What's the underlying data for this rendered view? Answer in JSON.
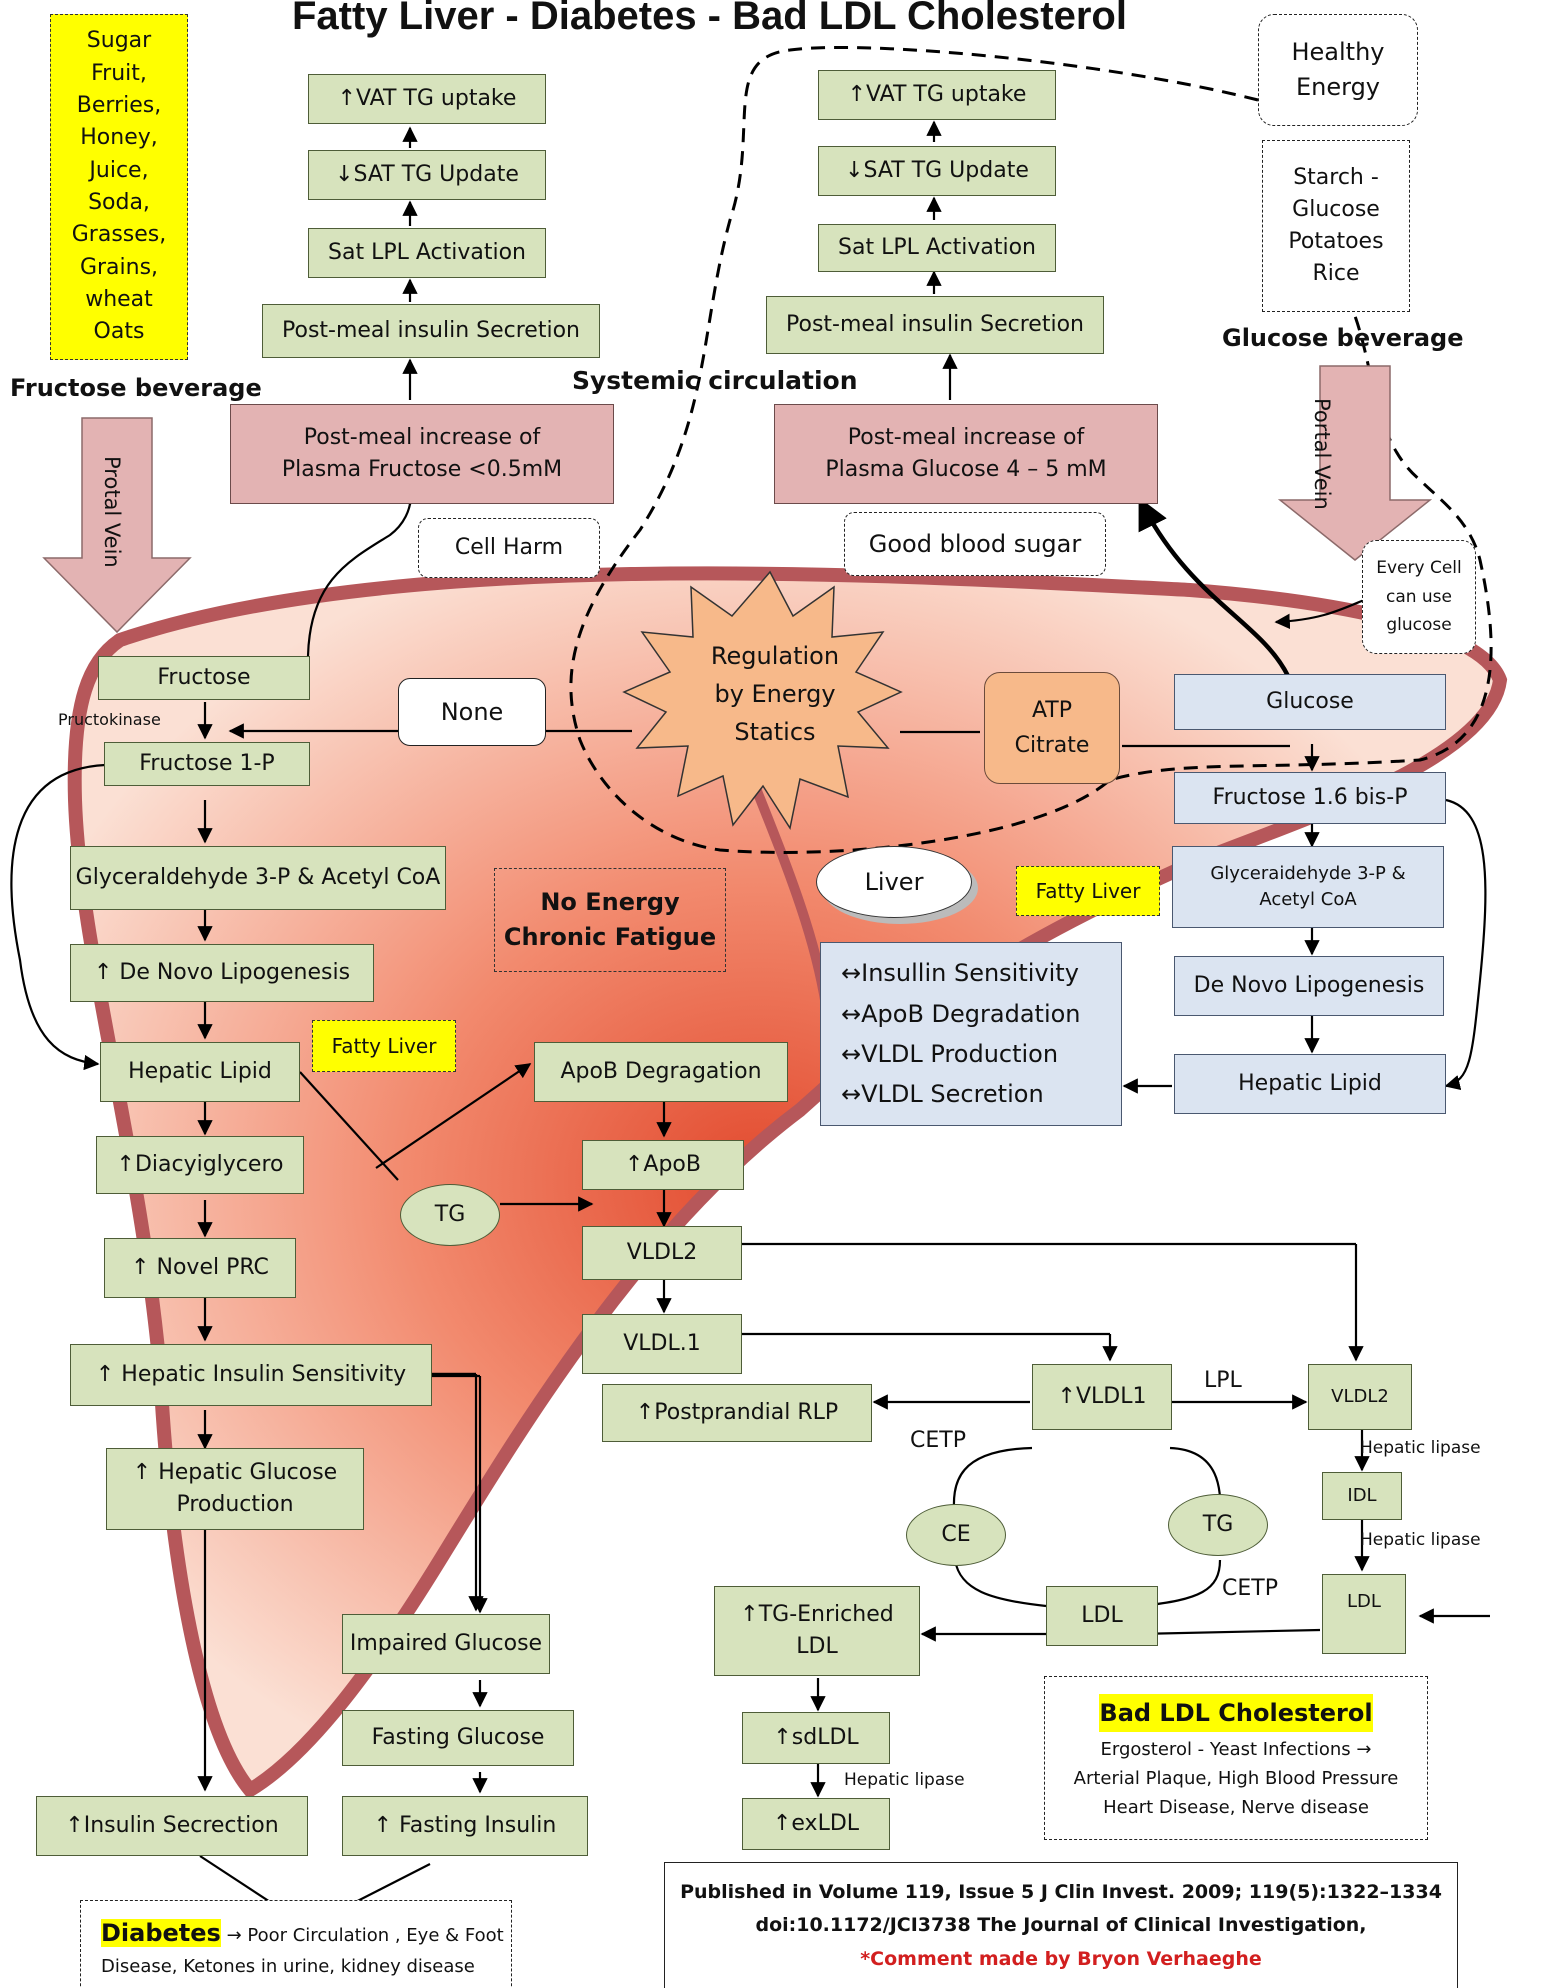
{
  "title": "Fatty Liver  -  Diabetes  -  Bad LDL Cholesterol",
  "left_column": {
    "sugar_sources": [
      "Sugar",
      "Fruit,",
      "Berries,",
      "Honey,",
      "Juice,",
      "Soda,",
      "Grasses,",
      "Grains,",
      "wheat",
      "Oats"
    ],
    "fructose_beverage": "Fructose beverage",
    "portal_vein": "Protal Vein",
    "vat_tg": "↑VAT TG uptake",
    "sat_tg": "↓SAT TG Update",
    "sat_lpl": "Sat LPL Activation",
    "insulin_secretion": "Post-meal insulin Secretion",
    "plasma_fructose": [
      "Post-meal increase of",
      "Plasma Fructose <0.5mM"
    ],
    "cell_harm": "Cell Harm",
    "fructose": "Fructose",
    "fructokinase": "Pructokinase",
    "fructose_1p": "Fructose 1-P",
    "glyceraldehyde": "Glyceraldehyde 3-P & Acetyl CoA",
    "de_novo": "↑ De Novo Lipogenesis",
    "fatty_liver": "Fatty Liver",
    "hepatic_lipid": "Hepatic Lipid",
    "diacylglycerol": "↑Diacyiglycero",
    "novel_prc": "↑ Novel PRC",
    "hepatic_insulin": "↑ Hepatic Insulin Sensitivity",
    "hepatic_glucose": [
      "↑ Hepatic Glucose",
      "Production"
    ],
    "impaired_glucose": "Impaired Glucose",
    "fasting_glucose": "Fasting Glucose",
    "insulin_secrection": "↑Insulin Secrection",
    "fasting_insulin": "↑ Fasting Insulin",
    "diabetes_label": "Diabetes",
    "diabetes_text": [
      "→ Poor Circulation , Eye & Foot",
      "Disease, Ketones in urine, kidney disease"
    ]
  },
  "center": {
    "systemic": "Systemic  circulation",
    "none": "None",
    "regulation": [
      "Regulation",
      "by Energy",
      "Statics"
    ],
    "no_energy": [
      "No Energy",
      "Chronic Fatigue"
    ],
    "tg": "TG",
    "apob_degradation": "ApoB Degragation",
    "apob": "↑ApoB",
    "vldl2": "VLDL2",
    "vldl1": "VLDL.1",
    "postprandial": "↑Postprandial RLP"
  },
  "right_column": {
    "healthy_energy": [
      "Healthy",
      "Energy"
    ],
    "starch": [
      "Starch -",
      "Glucose",
      "Potatoes",
      "Rice"
    ],
    "glucose_beverage": "Glucose beverage",
    "portal_vein": "Portal Vein",
    "vat_tg": "↑VAT TG uptake",
    "sat_tg": "↓SAT TG Update",
    "sat_lpl": "Sat LPL Activation",
    "insulin_secretion": "Post-meal insulin Secretion",
    "plasma_glucose": [
      "Post-meal increase of",
      "Plasma Glucose 4 – 5 mM"
    ],
    "good_blood_sugar": "Good blood sugar",
    "every_cell": [
      "Every Cell",
      "can use",
      "glucose"
    ],
    "atp_citrate": [
      "ATP",
      "Citrate"
    ],
    "glucose": "Glucose",
    "fructose_bis": "Fructose 1.6 bis-P",
    "liver": "Liver",
    "fatty_liver": "Fatty Liver",
    "glyceraldehyde": [
      "Glyceraidehyde 3-P &",
      "Acetyl CoA"
    ],
    "de_novo": "De Novo Lipogenesis",
    "hepatic_lipid": "Hepatic Lipid",
    "neutral_effects": [
      "↔Insullin Sensitivity",
      "↔ApoB Degradation",
      "↔VLDL Production",
      "↔VLDL Secretion"
    ]
  },
  "lipoprotein": {
    "vldl1": "↑VLDL1",
    "lpl": "LPL",
    "vldl2": "VLDL2",
    "hepatic_lipase": "Hepatic  lipase",
    "idl": "IDL",
    "ldl_small": "LDL",
    "cetp": "CETP",
    "ce": "CE",
    "tg": "TG",
    "ldl": "LDL",
    "tg_enriched": [
      "↑TG-Enriched",
      "LDL"
    ],
    "sdldl": "↑sdLDL",
    "exldl": "↑exLDL",
    "bad_ldl_title": "Bad LDL Cholesterol",
    "bad_ldl_lines": [
      "Ergosterol - Yeast Infections →",
      "Arterial Plaque, High Blood Pressure",
      "Heart Disease, Nerve disease"
    ]
  },
  "citation": {
    "line1": "Published in Volume 119, Issue 5 J Clin Invest. 2009; 119(5):1322–1334",
    "line2": "doi:10.1172/JCI3738     The Journal of Clinical Investigation,",
    "line3": "*Comment made by Bryon Verhaeghe"
  }
}
